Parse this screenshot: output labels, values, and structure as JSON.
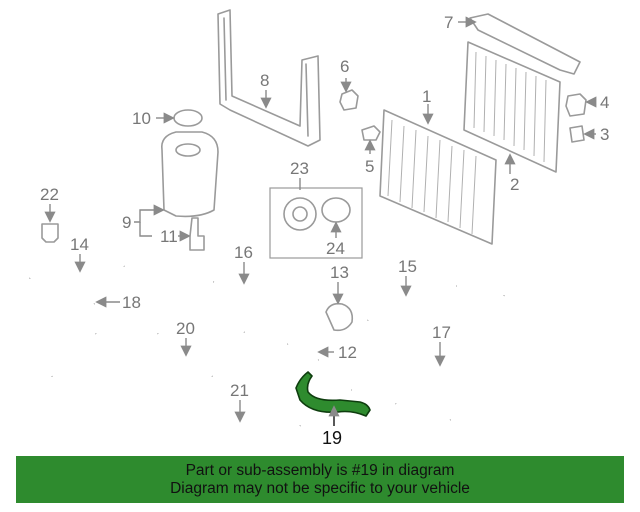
{
  "callouts": {
    "c1": "1",
    "c2": "2",
    "c3": "3",
    "c4": "4",
    "c5": "5",
    "c6": "6",
    "c7": "7",
    "c8": "8",
    "c9": "9",
    "c10": "10",
    "c11": "11",
    "c12": "12",
    "c13": "13",
    "c14": "14",
    "c15": "15",
    "c16": "16",
    "c17": "17",
    "c18": "18",
    "c19": "19",
    "c20": "20",
    "c21": "21",
    "c22": "22",
    "c23": "23",
    "c24": "24"
  },
  "highlighted_part": "19",
  "colors": {
    "highlight": "#2e8b2e",
    "line": "#9a9a9a"
  },
  "banner": {
    "line1": "Part or sub-assembly is #19 in diagram",
    "line2": "Diagram may not be specific to your vehicle"
  }
}
